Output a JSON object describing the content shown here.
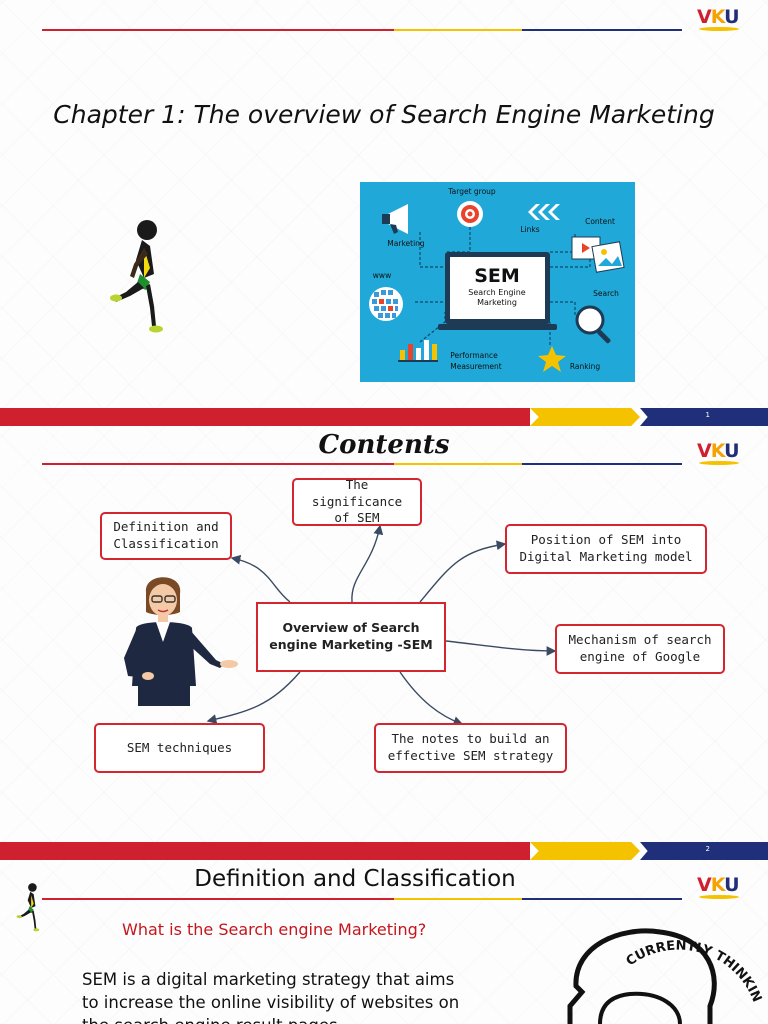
{
  "slide1": {
    "title": "Chapter 1: The overview of Search Engine Marketing",
    "logo": "VKU",
    "page_number": "1",
    "illustration": {
      "center_title": "SEM",
      "center_subtitle_1": "Search Engine",
      "center_subtitle_2": "Marketing",
      "labels": {
        "target_group": "Target group",
        "marketing": "Marketing",
        "links": "Links",
        "content": "Content",
        "www": "www",
        "search": "Search",
        "performance_1": "Performance",
        "performance_2": "Measurement",
        "ranking": "Ranking"
      }
    }
  },
  "slide2": {
    "title": "Contents",
    "logo": "VKU",
    "page_number": "2",
    "center_node": [
      "Overview of Search",
      "engine Marketing -SEM"
    ],
    "nodes": {
      "significance": [
        "The significance",
        "of SEM"
      ],
      "definition": [
        "Definition and",
        "Classification"
      ],
      "position": [
        "Position of SEM into",
        "Digital Marketing model"
      ],
      "mechanism": [
        "Mechanism of search",
        "engine of Google"
      ],
      "techniques": [
        "SEM techniques"
      ],
      "notes": [
        "The notes to build an",
        "effective SEM strategy"
      ]
    }
  },
  "slide3": {
    "title": "Definition and Classification",
    "logo": "VKU",
    "question": "What is the Search engine Marketing?",
    "body_lines": [
      "SEM is a digital marketing strategy that aims",
      "to increase the online visibility of websites on",
      "the search engine result pages"
    ],
    "badge": "CURRENTLY THINKING"
  },
  "colors": {
    "red": "#cf202f",
    "yellow": "#f5c200",
    "navy": "#1f2f7a",
    "sem_panel": "#1fa8d8"
  }
}
